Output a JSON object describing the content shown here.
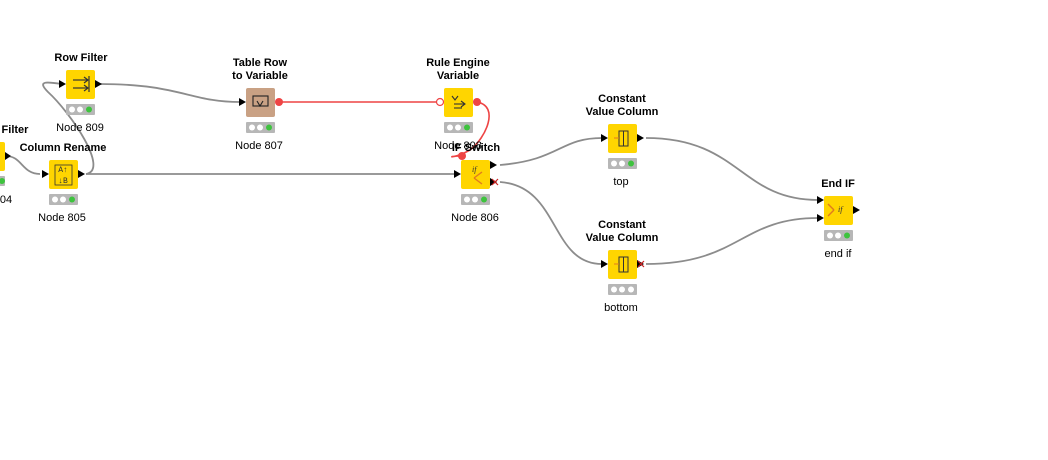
{
  "workflow": {
    "nodes": {
      "row_filter_left": {
        "title": "Filter",
        "label": "04",
        "status": "green"
      },
      "row_filter": {
        "title": "Row Filter",
        "label": "Node 809",
        "status": "green"
      },
      "column_rename": {
        "title": "Column Rename",
        "label": "Node 805",
        "status": "green"
      },
      "table_row_to_variable": {
        "title1": "Table Row",
        "title2": "to Variable",
        "label": "Node 807",
        "status": "green"
      },
      "rule_engine_variable": {
        "title1": "Rule Engine",
        "title2": "Variable",
        "label": "Node 808",
        "status": "green"
      },
      "if_switch": {
        "title": "IF Switch",
        "label": "Node 806",
        "status": "green"
      },
      "constant_value_top": {
        "title1": "Constant",
        "title2": "Value Column",
        "label": "top",
        "status": "green"
      },
      "constant_value_bottom": {
        "title1": "Constant",
        "title2": "Value Column",
        "label": "bottom",
        "status": "inactive"
      },
      "end_if": {
        "title": "End IF",
        "label": "end if",
        "status": "green"
      }
    },
    "icons": {
      "row_filter": "row-filter-icon",
      "column_rename": "column-rename-icon",
      "table_row_to_variable": "table-to-variable-icon",
      "rule_engine_variable": "rule-engine-icon",
      "if_switch": "if-switch-icon",
      "constant_value": "constant-value-icon",
      "end_if": "end-if-icon"
    },
    "colors": {
      "node_fill": "#ffd500",
      "variable_node_fill": "#c9a184",
      "status_green": "#3ec33e",
      "status_off": "#ffffff",
      "connection": "#8c8c8c",
      "variable_connection": "#ee4444",
      "inactive_port": "#cc2222"
    }
  }
}
